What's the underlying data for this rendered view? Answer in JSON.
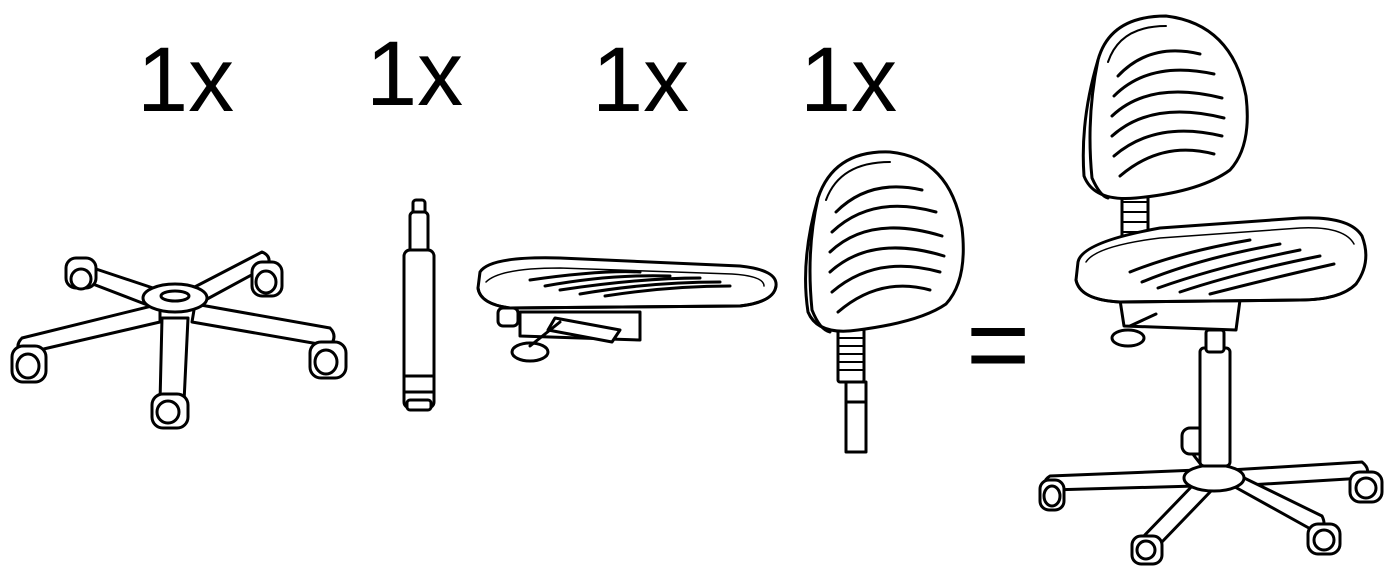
{
  "parts": [
    {
      "quantity": "1x",
      "icon": "star-base-icon"
    },
    {
      "quantity": "1x",
      "icon": "gas-cylinder-icon"
    },
    {
      "quantity": "1x",
      "icon": "seat-mechanism-icon"
    },
    {
      "quantity": "1x",
      "icon": "backrest-icon"
    }
  ],
  "equals_sign": "=",
  "result_icon": "assembled-chair-icon",
  "line_color": "#000000",
  "fill_color": "#ffffff"
}
